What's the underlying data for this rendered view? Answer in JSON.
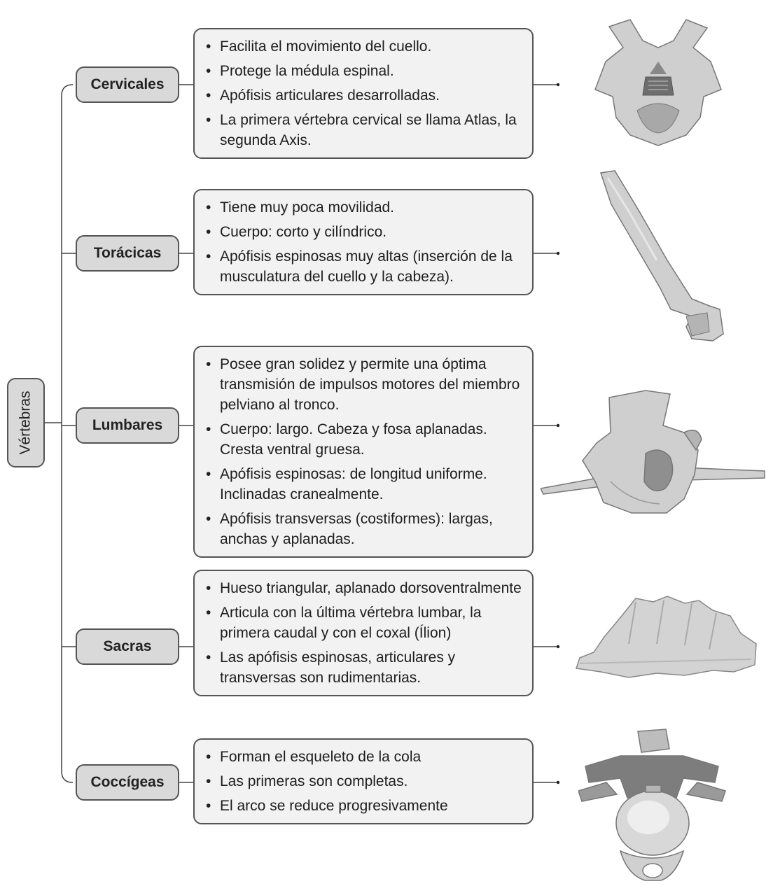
{
  "root": {
    "label": "Vértebras"
  },
  "categories": [
    {
      "label": "Cervicales",
      "items": [
        "Facilita el movimiento del cuello.",
        "Protege la médula espinal.",
        "Apófisis articulares desarrolladas.",
        "La primera vértebra cervical se llama Atlas, la segunda Axis."
      ]
    },
    {
      "label": "Torácicas",
      "items": [
        "Tiene muy poca movilidad.",
        "Cuerpo: corto y cilíndrico.",
        "Apófisis espinosas muy altas (inserción de la musculatura del cuello y la cabeza)."
      ]
    },
    {
      "label": "Lumbares",
      "items": [
        "Posee gran solidez y permite una óptima transmisión de impulsos motores del miembro pelviano al tronco.",
        "Cuerpo: largo. Cabeza y fosa aplanadas. Cresta ventral gruesa.",
        "Apófisis espinosas: de longitud uniforme. Inclinadas cranealmente.",
        "Apófisis transversas (costiformes): largas, anchas y aplanadas."
      ]
    },
    {
      "label": "Sacras",
      "items": [
        "Hueso triangular, aplanado dorsoventralmente",
        "Articula con la última vértebra lumbar, la primera caudal y con el coxal (Ílion)",
        "Las apófisis espinosas, articulares y transversas son rudimentarias."
      ]
    },
    {
      "label": "Coccígeas",
      "items": [
        "Forman el esqueleto de la cola",
        "Las primeras son completas.",
        "El arco se reduce progresivamente"
      ]
    }
  ],
  "illustrations": [
    "cervical-vertebra-illustration",
    "thoracic-vertebra-illustration",
    "lumbar-vertebra-illustration",
    "sacrum-illustration",
    "coccygeal-vertebra-illustration"
  ]
}
